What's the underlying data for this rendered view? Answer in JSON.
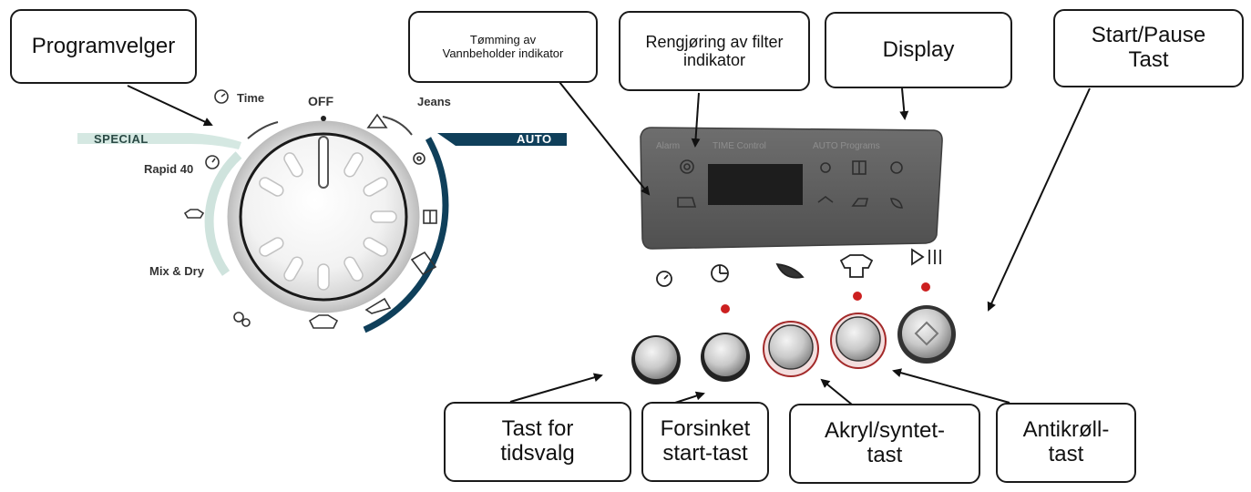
{
  "callouts": {
    "programvelger": "Programvelger",
    "tomming": "Tømming av\nVannbeholder  indikator",
    "rengjoring": "Rengjøring av filter\nindikator",
    "display": "Display",
    "start_pause": "Start/Pause\nTast",
    "tast_tidsvalg": "Tast for\ntidsvalg",
    "forsinket": "Forsinket\nstart-tast",
    "akryl": "Akryl/syntet-\ntast",
    "antikroll": "Antikrøll-\ntast"
  },
  "dial": {
    "off": "OFF",
    "time": "Time",
    "jeans": "Jeans",
    "special": "SPECIAL",
    "auto": "AUTO",
    "rapid": "Rapid 40",
    "mix_dry": "Mix & Dry"
  },
  "display_panel": {
    "label_alarm": "Alarm",
    "label_time": "TIME Control",
    "label_auto": "AUTO Programs"
  },
  "colors": {
    "auto_band": "#0f3f5a",
    "special_band": "#cfe3dd",
    "panel": "#5f5f5f",
    "led": "#cc2020",
    "button_ring_red": "#a32a2a"
  },
  "icons": {
    "clock": "clock-icon",
    "timer": "timer-icon",
    "feather": "feather-icon",
    "shirt": "shirt-icon",
    "play_pause": "play-pause-icon"
  }
}
